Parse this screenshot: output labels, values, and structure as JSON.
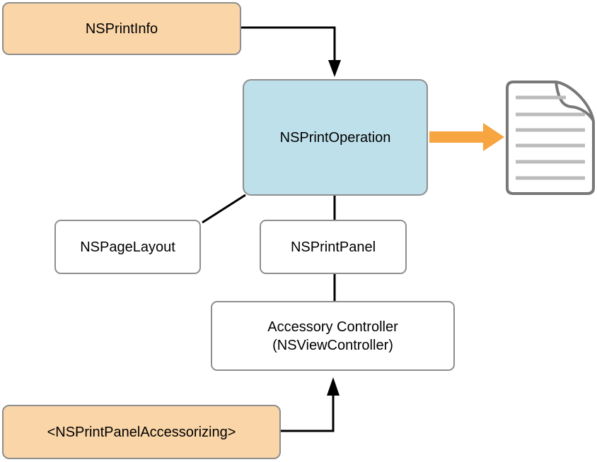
{
  "diagram": {
    "nodes": [
      {
        "id": "nsprintinfo",
        "label": "NSPrintInfo"
      },
      {
        "id": "nsprintoperation",
        "label": "NSPrintOperation"
      },
      {
        "id": "nspagelayout",
        "label": "NSPageLayout"
      },
      {
        "id": "nsprintpanel",
        "label": "NSPrintPanel"
      },
      {
        "id": "accessory_controller",
        "label_line1": "Accessory Controller",
        "label_line2": "(NSViewController)"
      },
      {
        "id": "nsprintpanelaccessorizing",
        "label": "<NSPrintPanelAccessorizing>"
      }
    ],
    "icons": [
      {
        "name": "document-icon",
        "description": "printed page with folded corner and six text lines"
      },
      {
        "name": "output-arrow-icon",
        "description": "thick orange arrow from NSPrintOperation to document"
      }
    ],
    "colors": {
      "class_fill": "#FAD5A8",
      "highlight_fill": "#BEE0EB",
      "plain_fill": "#FFFFFF",
      "box_border": "#8E8E8E",
      "connector": "#000000",
      "output_arrow": "#F6A540",
      "document_outline": "#787878",
      "document_lines": "#BBBBBB"
    }
  }
}
